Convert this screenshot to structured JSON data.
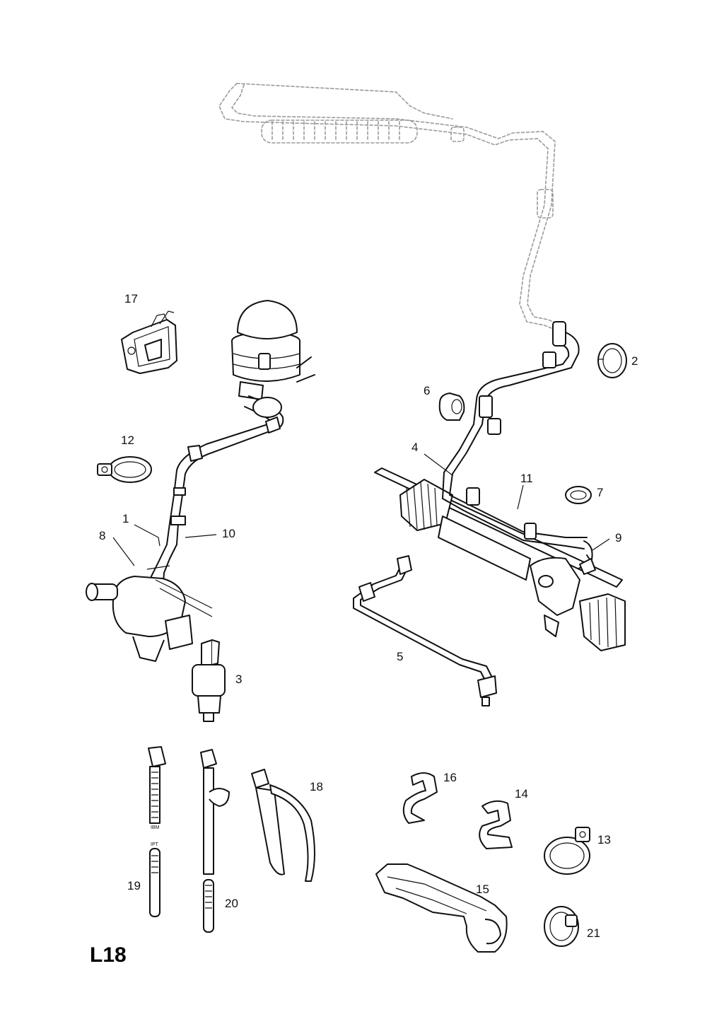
{
  "page_code": "L18",
  "callouts": [
    "1",
    "2",
    "3",
    "4",
    "5",
    "6",
    "7",
    "8",
    "9",
    "10",
    "11",
    "12",
    "13",
    "14",
    "15",
    "16",
    "17",
    "18",
    "19",
    "20",
    "21"
  ],
  "tie_marks": [
    "IBM",
    "IPT"
  ]
}
